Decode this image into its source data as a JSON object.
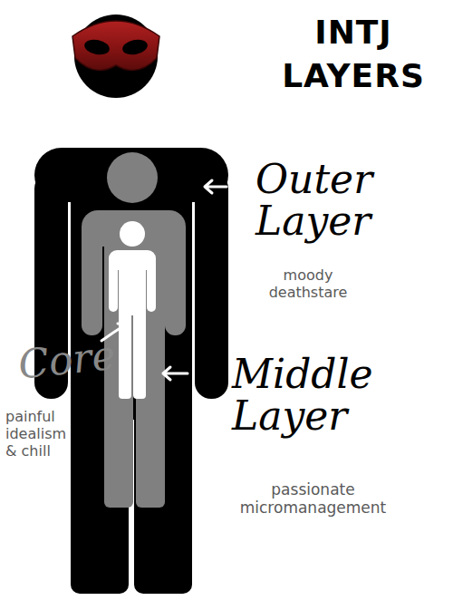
{
  "diagram": {
    "title": "INTJ LAYERS",
    "labels": [
      "Outer Layer",
      "moody deathstare",
      "Core",
      "Middle Layer",
      "painful idealism & chill",
      "passionate micromanagement"
    ]
  }
}
